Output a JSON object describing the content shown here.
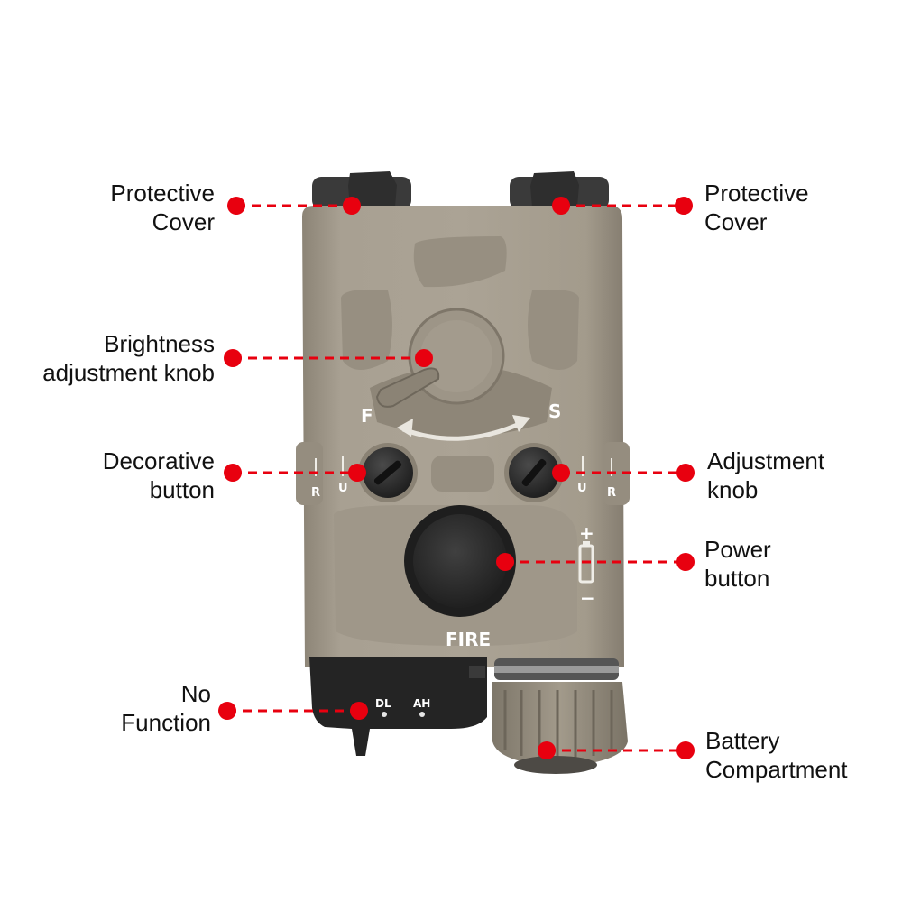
{
  "callouts": {
    "protective_cover_left": [
      "Protective",
      "Cover"
    ],
    "protective_cover_right": [
      "Protective",
      "Cover"
    ],
    "brightness_knob": [
      "Brightness",
      "adjustment knob"
    ],
    "decorative_button": [
      "Decorative",
      "button"
    ],
    "adjustment_knob": [
      "Adjustment",
      "knob"
    ],
    "power_button": [
      "Power",
      "button"
    ],
    "no_function": [
      "No",
      "Function"
    ],
    "battery_compartment": [
      "Battery",
      "Compartment"
    ]
  },
  "device_markings": {
    "fire": "FIRE",
    "f": "F",
    "s": "S",
    "dl": "DL",
    "ah": "AH",
    "u_left": "U",
    "r_left": "R",
    "u_right": "U",
    "r_right": "R",
    "plus": "+",
    "minus": "−"
  },
  "colors": {
    "callout_dot": "#e8000f",
    "device_body": "#a59d8e",
    "rubber": "#2c2c2c"
  }
}
